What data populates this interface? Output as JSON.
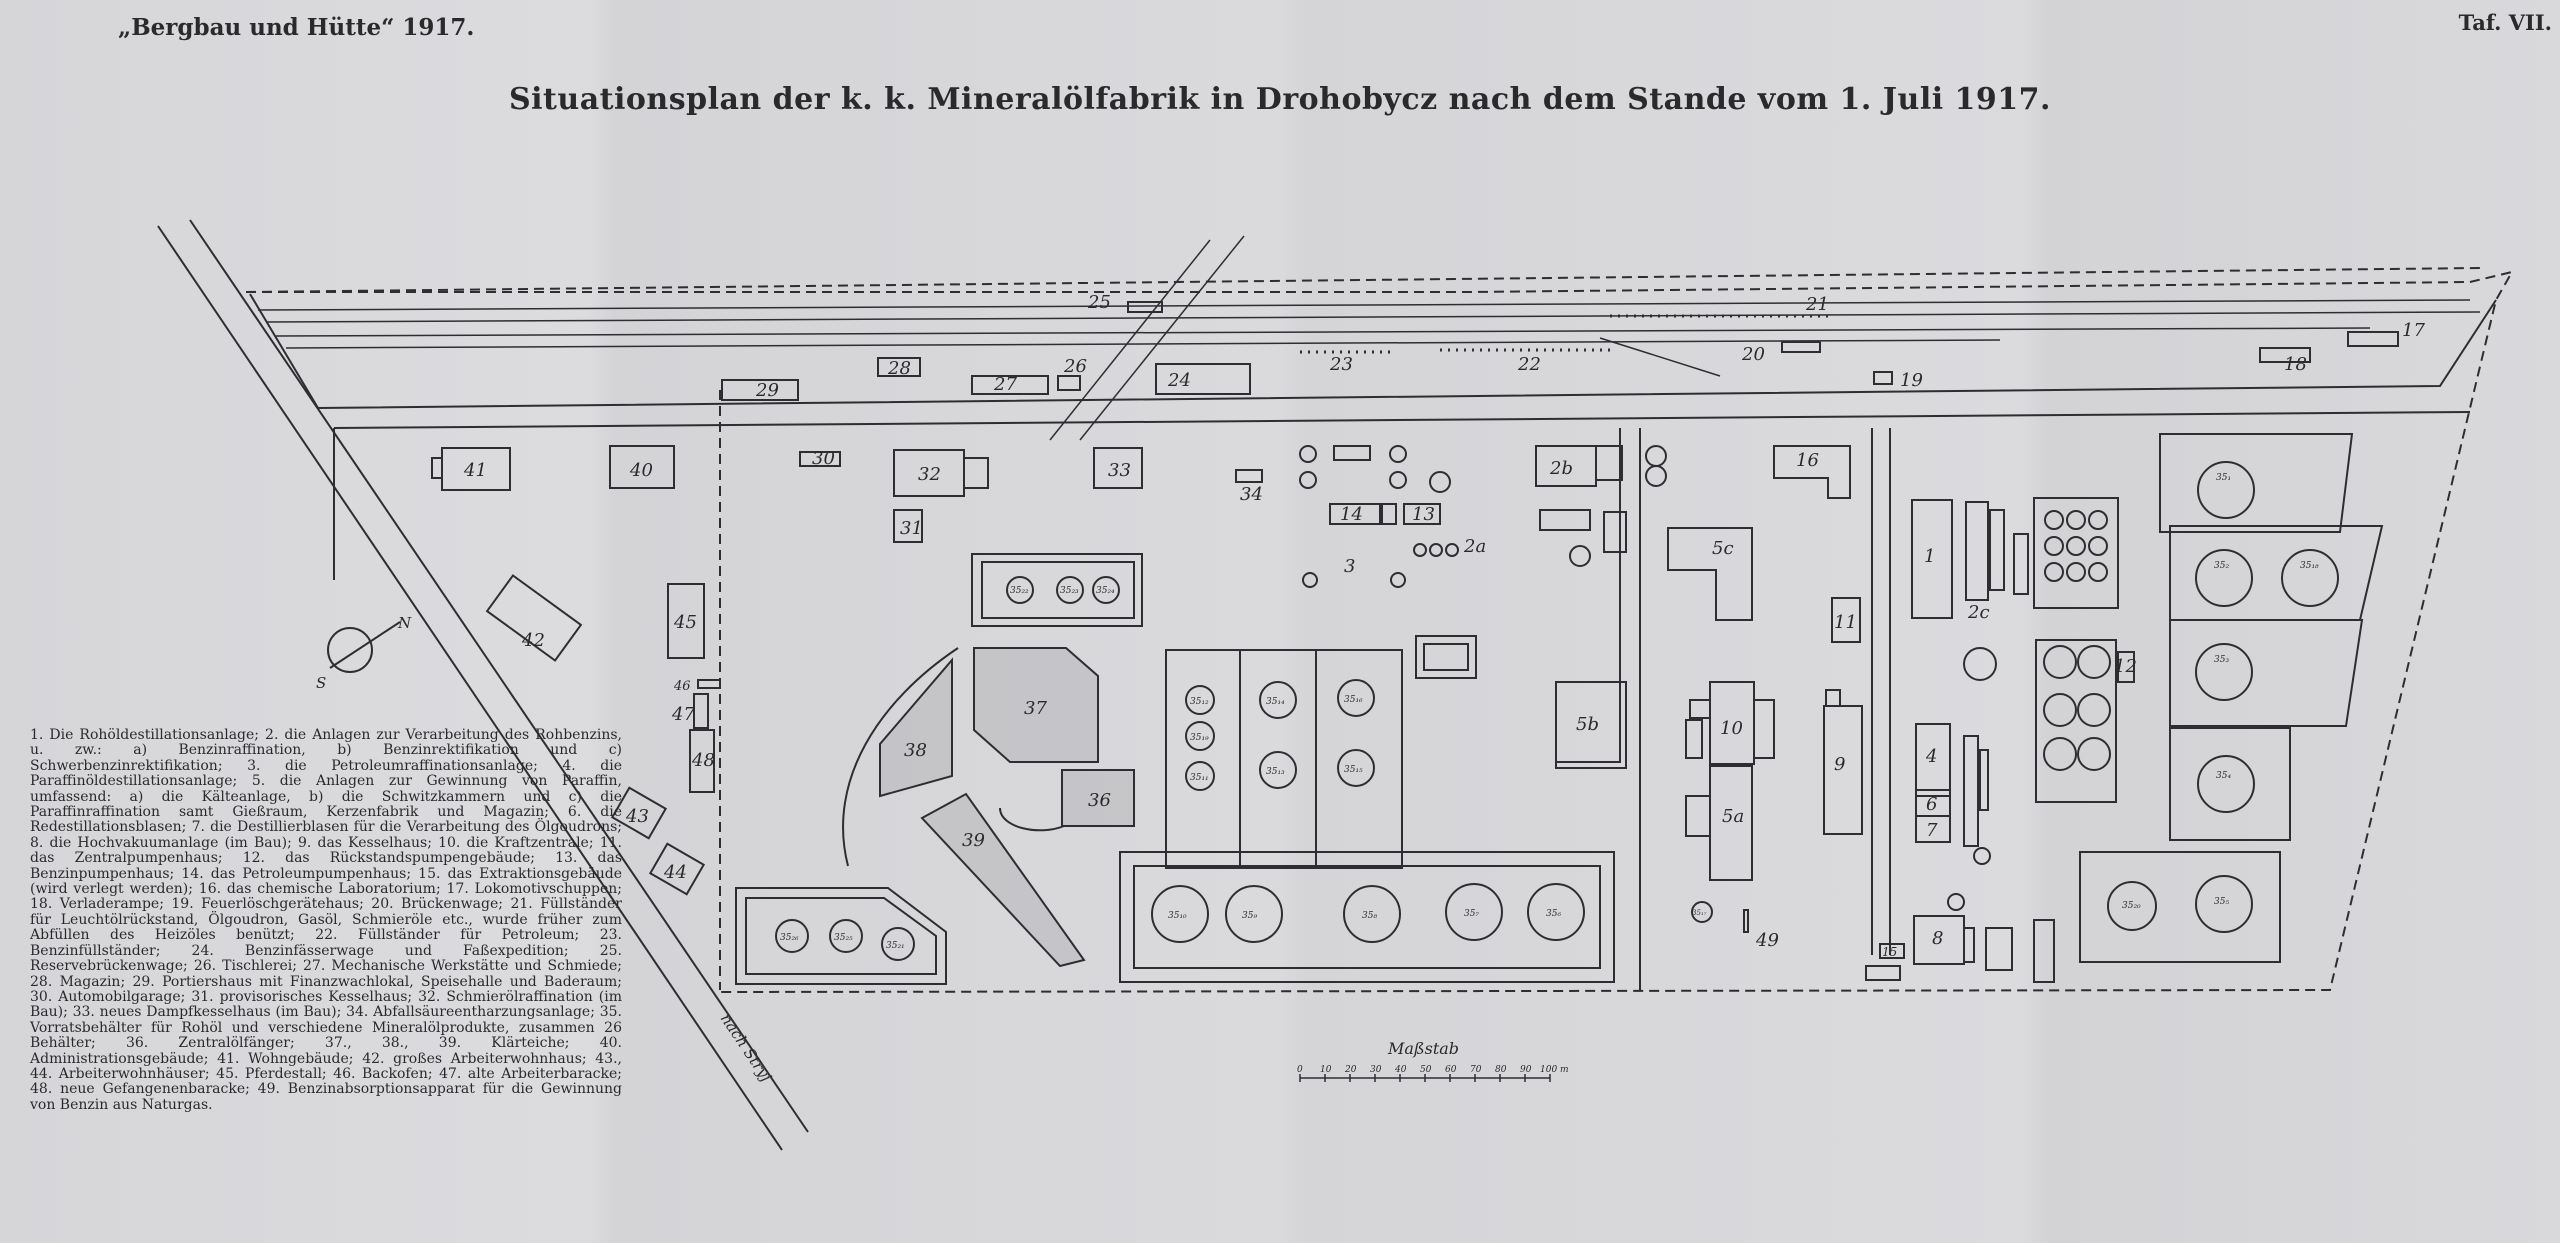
{
  "header": {
    "journal": "„Bergbau und Hütte“ 1917.",
    "plate": "Taf. VII."
  },
  "title": "Situationsplan der k. k. Mineralölfabrik in Drohobycz nach dem Stande vom 1. Juli 1917.",
  "legend": "1. Die Rohöldestillationsanlage; 2. die Anlagen zur Verarbeitung des Rohbenzins, u. zw.: a) Benzinraffination, b) Benzinrektifikation und c) Schwerbenzinrektifikation; 3. die Petroleumraffinationsanlage; 4. die Paraffinöldestillationsanlage; 5. die Anlagen zur Gewinnung von Paraffin, umfassend: a) die Kälteanlage, b) die Schwitzkammern und c) die Paraffinraffination samt Gießraum, Kerzenfabrik und Magazin; 6. die Redestillationsblasen; 7. die Destillierblasen für die Verarbeitung des Ölgoudrons; 8. die Hochvakuumanlage (im Bau); 9. das Kesselhaus; 10. die Kraftzentrale; 11. das Zentralpumpenhaus; 12. das Rückstandspumpengebäude; 13. das Benzinpumpenhaus; 14. das Petroleumpumpenhaus; 15. das Extraktionsgebäude (wird verlegt werden); 16. das chemische Laboratorium; 17. Lokomotivschuppen; 18. Verladerampe; 19. Feuerlöschgerätehaus; 20. Brückenwage; 21. Füllständer für Leuchtölrückstand, Ölgoudron, Gasöl, Schmieröle etc., wurde früher zum Abfüllen des Heizöles benützt; 22. Füllständer für Petroleum; 23. Benzinfüllständer; 24. Benzinfässerwage und Faßexpedition; 25. Reservebrückenwage; 26. Tischlerei; 27. Mechanische Werkstätte und Schmiede; 28. Magazin; 29. Portiershaus mit Finanzwachlokal, Speisehalle und Baderaum; 30. Automobilgarage; 31. provisorisches Kesselhaus; 32. Schmierölraffination (im Bau); 33. neues Dampfkesselhaus (im Bau); 34. Abfallsäureentharzungsanlage; 35. Vorratsbehälter für Rohöl und verschiedene Mineralölprodukte, zusammen 26 Behälter; 36. Zentralölfänger; 37., 38., 39. Klärteiche; 40. Administrationsgebäude; 41. Wohngebäude; 42. großes Arbeiterwohnhaus; 43., 44. Arbeiterwohnhäuser; 45. Pferdestall; 46. Backofen; 47. alte Arbeiterbaracke; 48. neue Gefangenenbaracke; 49. Benzinabsorptionsapparat für die Gewinnung von Benzin aus Naturgas.",
  "plan": {
    "compass_north": "N",
    "compass_south": "S",
    "road_label": "nach Stryj",
    "scale_title": "Maßstab",
    "scale_ticks": [
      "0",
      "10",
      "20",
      "30",
      "40",
      "50",
      "60",
      "70",
      "80",
      "90",
      "100 m"
    ],
    "labels": {
      "b1": "1",
      "b2a": "2a",
      "b2b": "2b",
      "b2c": "2c",
      "b3": "3",
      "b4": "4",
      "b5a": "5a",
      "b5b": "5b",
      "b5c": "5c",
      "b6": "6",
      "b7": "7",
      "b8": "8",
      "b9": "9",
      "b10": "10",
      "b11": "11",
      "b12": "12",
      "b13": "13",
      "b14": "14",
      "b15": "15",
      "b16": "16",
      "b17": "17",
      "b18": "18",
      "b19": "19",
      "b20": "20",
      "b21": "21",
      "b22": "22",
      "b23": "23",
      "b24": "24",
      "b25": "25",
      "b26": "26",
      "b27": "27",
      "b28": "28",
      "b29": "29",
      "b30": "30",
      "b31": "31",
      "b32": "32",
      "b33": "33",
      "b34": "34",
      "b36": "36",
      "b37": "37",
      "b38": "38",
      "b39": "39",
      "b40": "40",
      "b41": "41",
      "b42": "42",
      "b43": "43",
      "b44": "44",
      "b45": "45",
      "b46": "46",
      "b47": "47",
      "b48": "48",
      "b49": "49"
    },
    "tank_labels": {
      "t1": "35₁",
      "t2": "35₂",
      "t3": "35₃",
      "t4": "35₄",
      "t5": "35₅",
      "t6": "35₆",
      "t7": "35₇",
      "t8": "35₈",
      "t9": "35₉",
      "t10": "35₁₀",
      "t11": "35₁₁",
      "t12": "35₁₂",
      "t13": "35₁₃",
      "t14": "35₁₄",
      "t15": "35₁₅",
      "t16": "35₁₆",
      "t17": "35₁₇",
      "t18": "35₁₈",
      "t19": "35₁₉",
      "t20": "35₂₀",
      "t21": "35₂₁",
      "t22": "35₂₂",
      "t23": "35₂₃",
      "t24": "35₂₄",
      "t25": "35₂₅",
      "t26": "35₂₆"
    }
  }
}
